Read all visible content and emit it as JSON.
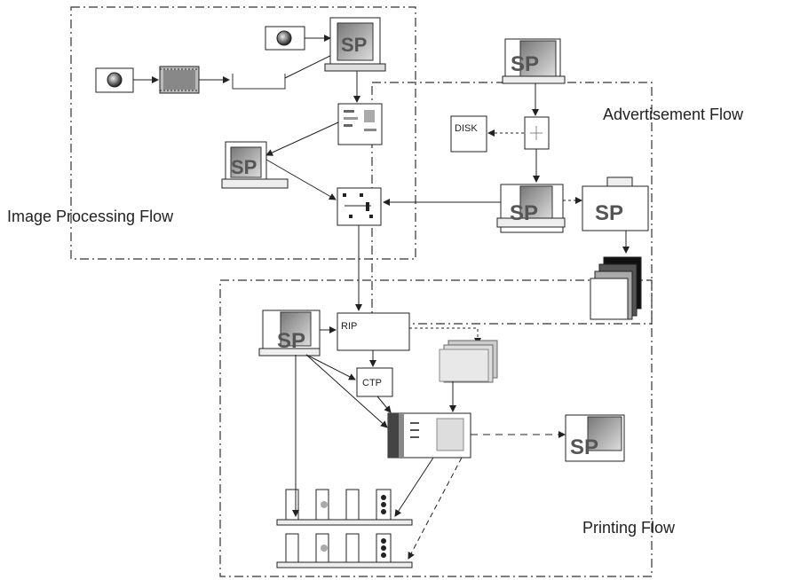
{
  "flows": {
    "image_processing": "Image Processing Flow",
    "advertisement": "Advertisement Flow",
    "printing": "Printing Flow"
  },
  "workstation_label": "SP",
  "disk_label": "DISK",
  "rip_label": "RIP",
  "ctp_label": "CTP"
}
